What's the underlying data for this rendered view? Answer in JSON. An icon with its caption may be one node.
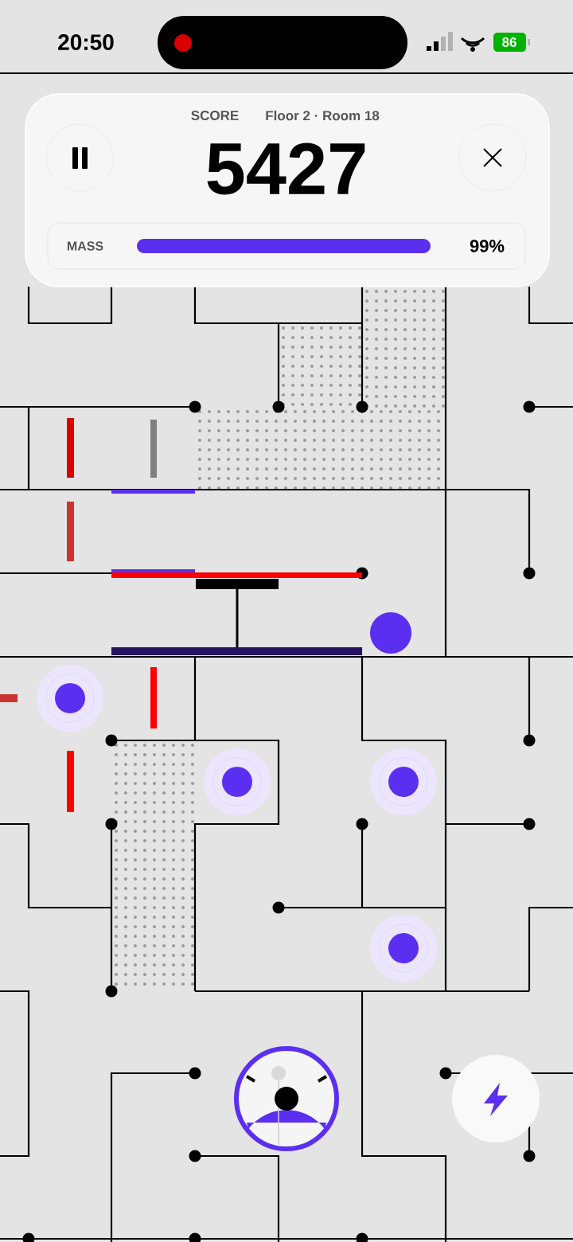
{
  "diagram": {
    "labels": [
      "20:50",
      "86",
      "SCORE",
      "Floor 2 · Room 18",
      "5427",
      "MASS",
      "99%"
    ]
  }
}
